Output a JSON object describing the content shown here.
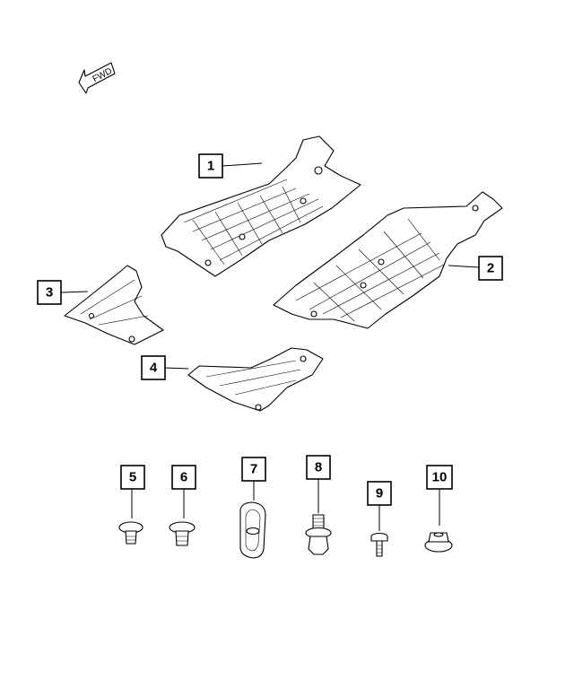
{
  "direction_arrow": {
    "label": "FWD"
  },
  "callouts": [
    {
      "id": "1",
      "label": "1"
    },
    {
      "id": "2",
      "label": "2"
    },
    {
      "id": "3",
      "label": "3"
    },
    {
      "id": "4",
      "label": "4"
    },
    {
      "id": "5",
      "label": "5"
    },
    {
      "id": "6",
      "label": "6"
    },
    {
      "id": "7",
      "label": "7"
    },
    {
      "id": "8",
      "label": "8"
    },
    {
      "id": "9",
      "label": "9"
    },
    {
      "id": "10",
      "label": "10"
    }
  ]
}
